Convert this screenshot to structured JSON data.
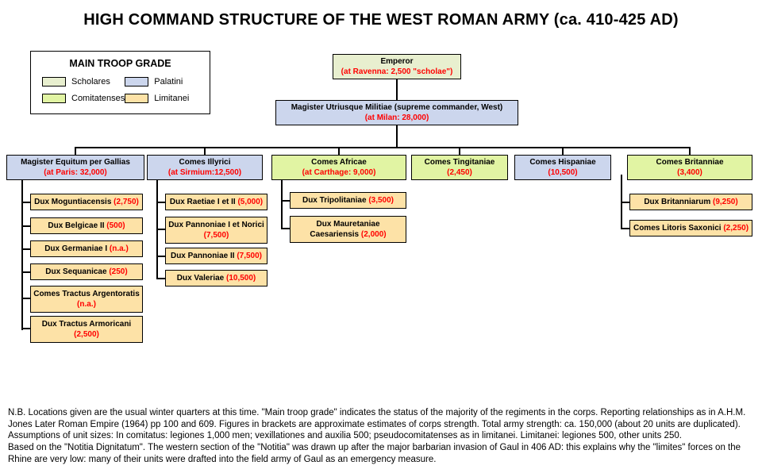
{
  "title": "HIGH COMMAND STRUCTURE OF THE WEST ROMAN ARMY (ca. 410-425 AD)",
  "colors": {
    "scholares": "#e8efcf",
    "palatini": "#ccd6ed",
    "comitatenses": "#e1f4a3",
    "limitanei": "#fde2a7",
    "detail_red": "#ff0000"
  },
  "legend": {
    "title": "MAIN TROOP GRADE",
    "items": [
      {
        "label": "Scholares",
        "grade": "scholares"
      },
      {
        "label": "Palatini",
        "grade": "palatini"
      },
      {
        "label": "Comitatenses",
        "grade": "comitatenses"
      },
      {
        "label": "Limitanei",
        "grade": "limitanei"
      }
    ]
  },
  "nodes": {
    "emperor": {
      "title": "Emperor",
      "detail": "(at Ravenna: 2,500 \"scholae\")",
      "grade": "scholares"
    },
    "magister": {
      "title": "Magister Utriusque Militiae (supreme commander, West)",
      "detail": "(at Milan: 28,000)",
      "grade": "palatini"
    }
  },
  "branches": [
    {
      "title": "Magister Equitum per Gallias",
      "detail": "(at Paris: 32,000)",
      "grade": "palatini",
      "children": [
        {
          "title": "Dux Moguntiacensis",
          "detail": "(2,750)"
        },
        {
          "title": "Dux Belgicae II",
          "detail": "(500)"
        },
        {
          "title": "Dux Germaniae I",
          "detail": "(n.a.)"
        },
        {
          "title": "Dux Sequanicae",
          "detail": "(250)"
        },
        {
          "title": "Comes Tractus Argentoratis",
          "detail": "(n.a.)"
        },
        {
          "title": "Dux Tractus Armoricani",
          "detail": "(2,500)"
        }
      ]
    },
    {
      "title": "Comes Illyrici",
      "detail": "(at Sirmium:12,500)",
      "grade": "palatini",
      "children": [
        {
          "title": "Dux Raetiae I et II",
          "detail": "(5,000)"
        },
        {
          "title": "Dux Pannoniae I et Norici",
          "detail": "(7,500)"
        },
        {
          "title": "Dux Pannoniae II",
          "detail": "(7,500)"
        },
        {
          "title": "Dux Valeriae",
          "detail": "(10,500)"
        }
      ]
    },
    {
      "title": "Comes Africae",
      "detail": "(at Carthage: 9,000)",
      "grade": "comitatenses",
      "children": [
        {
          "title": "Dux Tripolitaniae",
          "detail": "(3,500)"
        },
        {
          "title": "Dux Mauretaniae Caesariensis",
          "detail": "(2,000)"
        }
      ]
    },
    {
      "title": "Comes Tingitaniae",
      "detail": "(2,450)",
      "grade": "comitatenses",
      "children": []
    },
    {
      "title": "Comes Hispaniae",
      "detail": "(10,500)",
      "grade": "palatini",
      "children": []
    },
    {
      "title": "Comes Britanniae",
      "detail": "(3,400)",
      "grade": "comitatenses",
      "children": [
        {
          "title": "Dux Britanniarum",
          "detail": "(9,250)"
        },
        {
          "title": "Comes Litoris Saxonici",
          "detail": "(2,250)"
        }
      ]
    }
  ],
  "notes": [
    "N.B. Locations given are the usual winter quarters at this time. \"Main troop grade\" indicates the status of the majority of the regiments in the corps. Reporting relationships as in A.H.M. Jones Later Roman Empire (1964) pp 100 and 609. Figures in brackets are approximate estimates of corps strength. Total army strength: ca. 150,000 (about 20 units are duplicated). Assumptions of unit sizes: In comitatus: legiones 1,000 men; vexillationes and auxilia 500; pseudocomitatenses as in limitanei. Limitanei: legiones 500, other units 250.",
    "Based on the \"Notitia Dignitatum\". The western section of the \"Notitia\" was drawn up after the major barbarian invasion of Gaul in 406 AD: this explains why the \"limites\" forces on the Rhine are very low: many of their units were drafted into the field army of Gaul as an emergency measure."
  ]
}
